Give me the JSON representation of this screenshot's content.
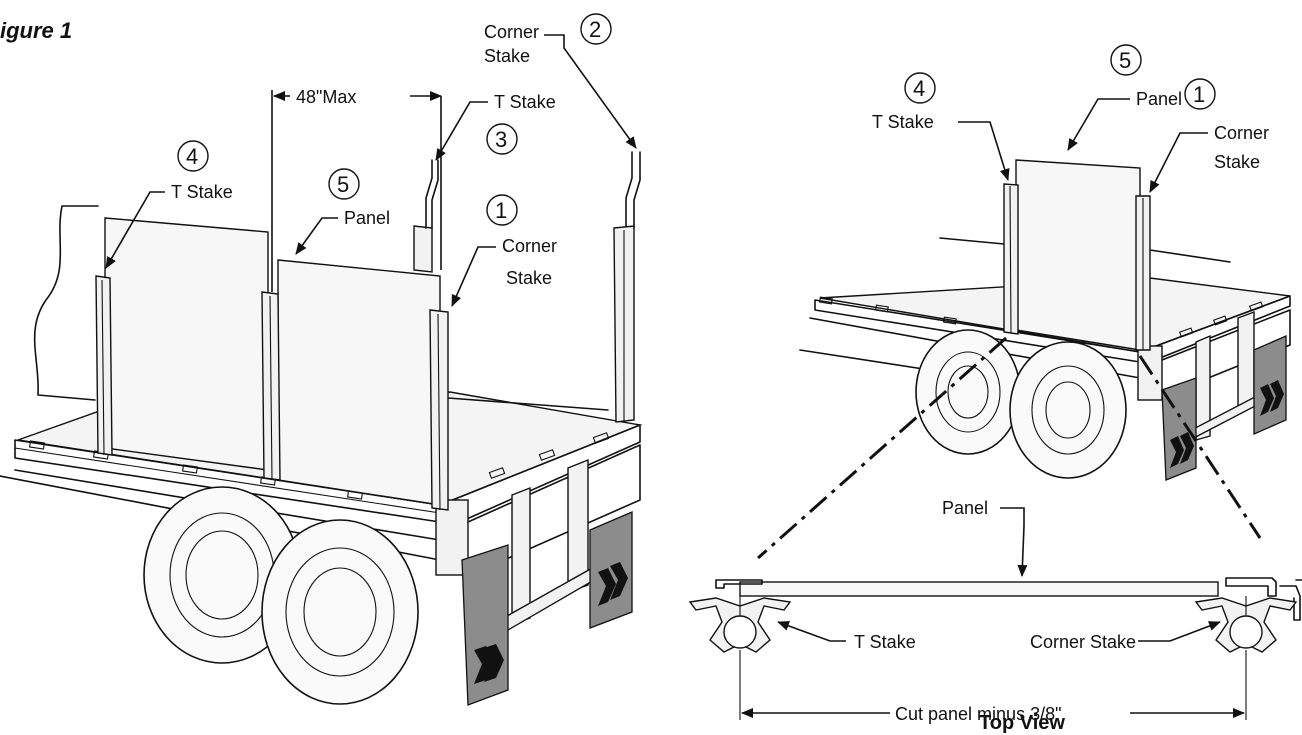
{
  "figure_title": "igure 1",
  "left_view": {
    "callouts": [
      {
        "number": "1",
        "label_line1": "Corner",
        "label_line2": "Stake"
      },
      {
        "number": "2",
        "label_line1": "Corner",
        "label_line2": "Stake"
      },
      {
        "number": "3",
        "label_line1": "T Stake"
      },
      {
        "number": "4",
        "label_line1": "T Stake"
      },
      {
        "number": "5",
        "label_line1": "Panel"
      }
    ],
    "dimension_label": "48\"Max"
  },
  "right_view": {
    "callouts": [
      {
        "number": "4",
        "label_line1": "T Stake"
      },
      {
        "number": "5",
        "label_line1": "Panel"
      },
      {
        "number": "1",
        "label_line1": "Corner",
        "label_line2": "Stake"
      }
    ]
  },
  "top_view": {
    "title": "Top View",
    "panel_label": "Panel",
    "t_stake_label": "T Stake",
    "corner_stake_label": "Corner Stake",
    "dimension_label": "Cut panel minus 3/8\""
  }
}
